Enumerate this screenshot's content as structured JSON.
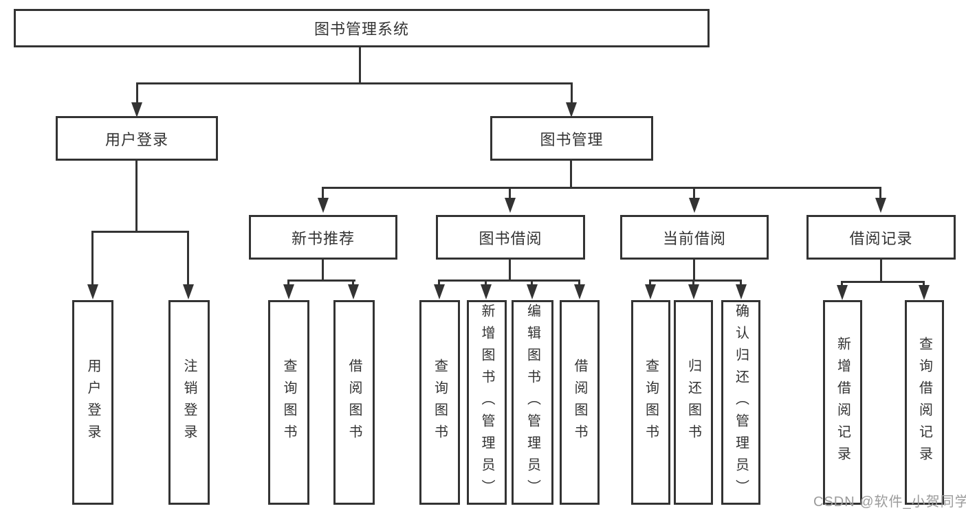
{
  "tree": {
    "root": {
      "label": "图书管理系统"
    },
    "branches": [
      {
        "label": "用户登录",
        "children": [
          {
            "label": "用户登录"
          },
          {
            "label": "注销登录"
          }
        ]
      },
      {
        "label": "图书管理",
        "children": [
          {
            "label": "新书推荐",
            "children": [
              {
                "label": "查询图书"
              },
              {
                "label": "借阅图书"
              }
            ]
          },
          {
            "label": "图书借阅",
            "children": [
              {
                "label": "查询图书"
              },
              {
                "label": "新增图书（管理员）"
              },
              {
                "label": "编辑图书（管理员）"
              },
              {
                "label": "借阅图书"
              }
            ]
          },
          {
            "label": "当前借阅",
            "children": [
              {
                "label": "查询图书"
              },
              {
                "label": "归还图书"
              },
              {
                "label": "确认归还（管理员）"
              }
            ]
          },
          {
            "label": "借阅记录",
            "children": [
              {
                "label": "新增借阅记录"
              },
              {
                "label": "查询借阅记录"
              }
            ]
          }
        ]
      }
    ]
  },
  "watermark": "CSDN @软件_小贺同学",
  "colors": {
    "line": "#333333",
    "text": "#333333",
    "watermark": "#9b9b9b",
    "background": "#ffffff"
  }
}
